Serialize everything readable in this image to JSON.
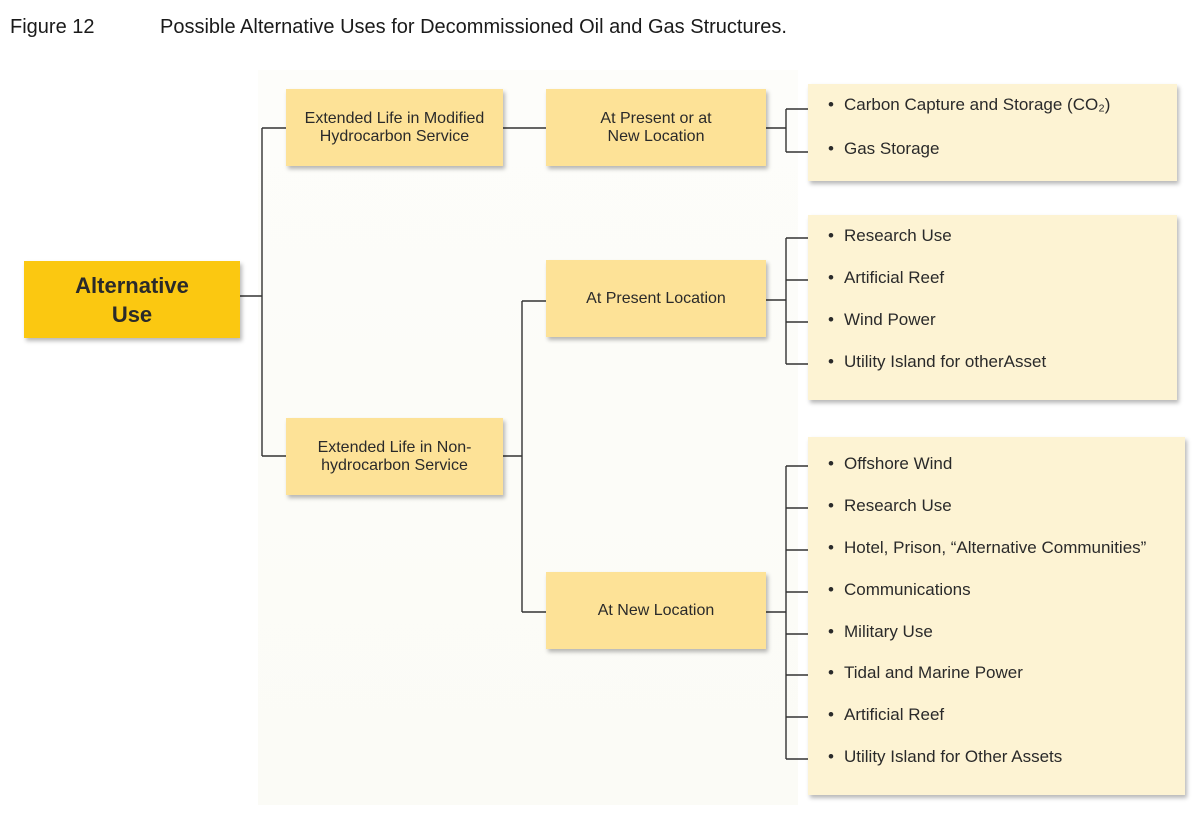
{
  "figure": {
    "number": "Figure 12",
    "title": "Possible Alternative Uses for Decommissioned Oil and Gas Structures."
  },
  "root": {
    "label": "Alternative Use"
  },
  "level1": [
    {
      "label": "Extended Life in Modified Hydrocarbon Service"
    },
    {
      "label": "Extended Life in Non-hydrocarbon Service"
    }
  ],
  "level2": [
    {
      "label": "At Present or at New Location"
    },
    {
      "label": "At Present Location"
    },
    {
      "label": "At New Location"
    }
  ],
  "lists": [
    {
      "items": [
        "Carbon Capture and Storage (CO₂)",
        "Gas Storage"
      ]
    },
    {
      "items": [
        "Research Use",
        "Artificial Reef",
        "Wind Power",
        "Utility Island for otherAsset"
      ]
    },
    {
      "items": [
        "Offshore Wind",
        "Research Use",
        "Hotel, Prison, “Alternative Communities”",
        "Communications",
        "Military Use",
        "Tidal and Marine Power",
        "Artificial Reef",
        "Utility Island for Other Assets"
      ]
    }
  ],
  "bullet": "•"
}
